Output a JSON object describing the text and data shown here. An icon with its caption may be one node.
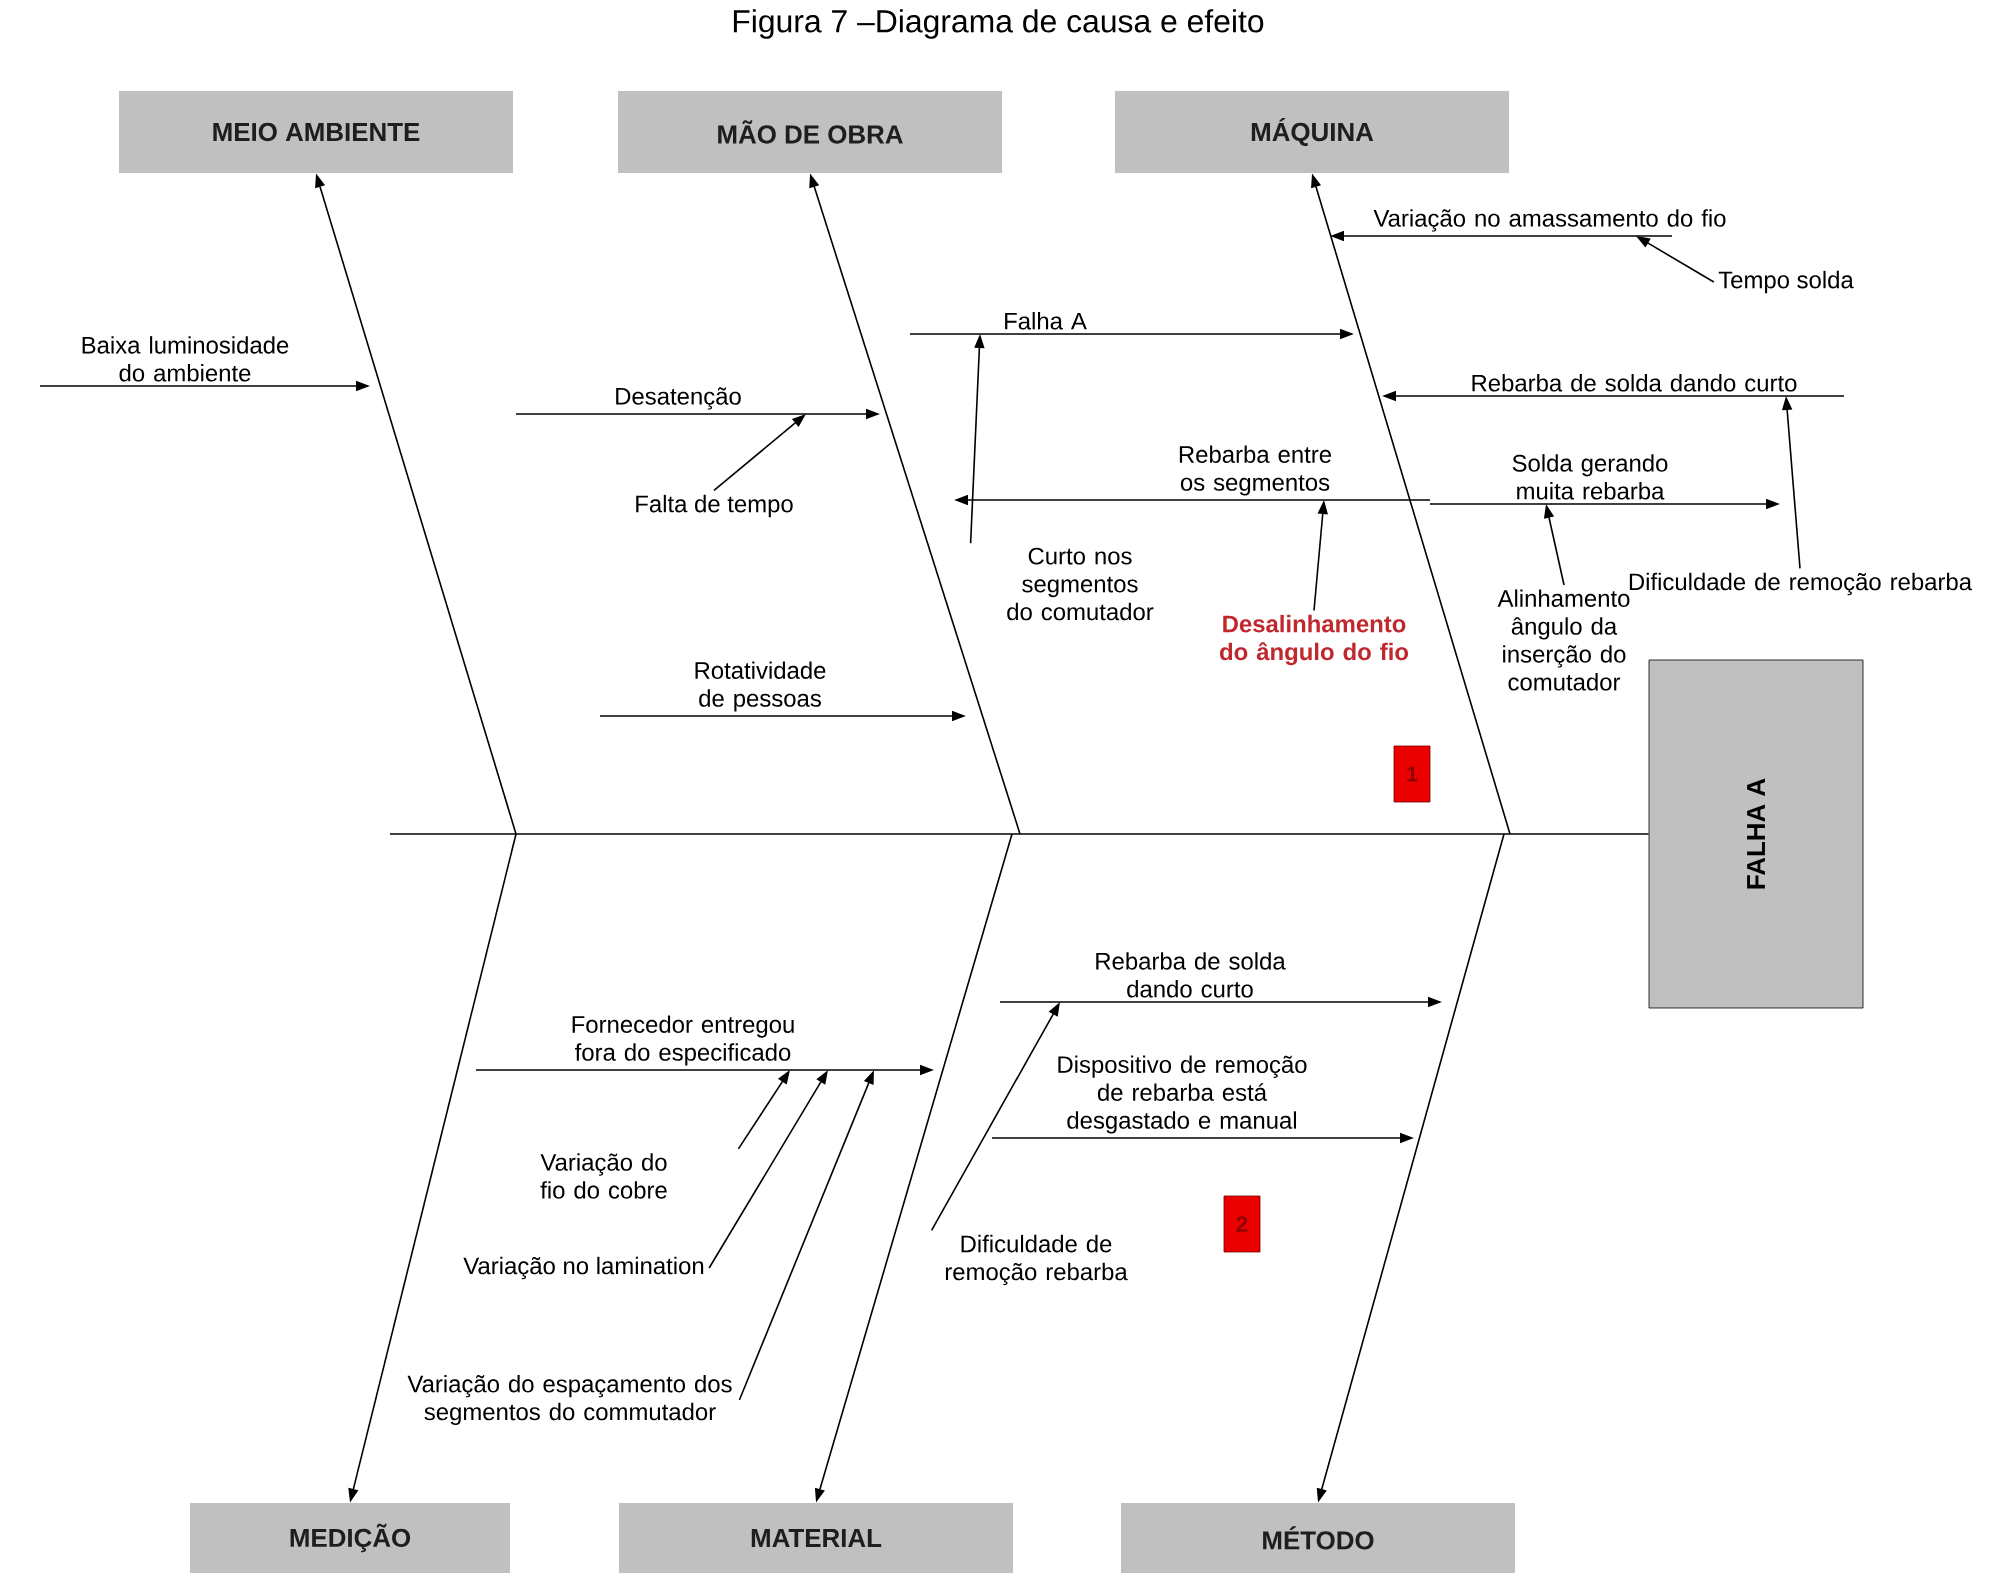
{
  "diagram": {
    "title": "Figura 7 –Diagrama de causa e efeito",
    "nodes": [
      {
        "text": [
          "MEIO AMBIENTE"
        ]
      },
      {
        "text": [
          "MÃO DE OBRA"
        ]
      },
      {
        "text": [
          "MÁQUINA"
        ]
      },
      {
        "text": [
          "Baixa luminosidade do ambiente"
        ]
      },
      {
        "text": [
          "Desatenção"
        ]
      },
      {
        "text": [
          "Falta de tempo"
        ]
      },
      {
        "text": [
          "Rotatividade de pessoas"
        ]
      },
      {
        "text": [
          "Falha A"
        ]
      },
      {
        "text": [
          "Curto nos segmentos do comutador"
        ]
      },
      {
        "text": [
          "Rebarba entre os segmentos"
        ]
      },
      {
        "text": [
          "Desalinhamento do ângulo do fio"
        ]
      },
      {
        "text": [
          "Variação no amassamento do fio"
        ]
      },
      {
        "text": [
          "Tempo solda"
        ]
      },
      {
        "text": [
          "Rebarba de solda dando curto"
        ]
      },
      {
        "text": [
          "Solda gerando muita rebarba"
        ]
      },
      {
        "text": [
          "Alinhamento ângulo da inserção do comutador"
        ]
      },
      {
        "text": [
          "Dificuldade de remoção rebarba"
        ]
      },
      {
        "text": [
          "FALHA A"
        ]
      },
      {
        "text": [
          "1"
        ]
      },
      {
        "text": [
          "Fornecedor entregou fora do especificado"
        ]
      },
      {
        "text": [
          "Variação do fio do cobre"
        ]
      },
      {
        "text": [
          "Variação no lamination"
        ]
      },
      {
        "text": [
          "Variação do espaçamento dos segmentos do commutador"
        ]
      },
      {
        "text": [
          "Rebarba de solda dando curto"
        ]
      },
      {
        "text": [
          "Dispositivo de remoção de rebarba está desgastado e manual"
        ]
      },
      {
        "text": [
          "Dificuldade de remoção rebarba"
        ]
      },
      {
        "text": [
          "2"
        ]
      },
      {
        "text": [
          "MEDIÇÃO"
        ]
      },
      {
        "text": [
          "MATERIAL"
        ]
      },
      {
        "text": [
          "MÉTODO"
        ]
      }
    ],
    "edges": [
      {
        "from": null,
        "to": 0,
        "arrow": "to"
      },
      {
        "from": null,
        "to": 1,
        "arrow": "to"
      },
      {
        "from": null,
        "to": 2,
        "arrow": "to"
      },
      {
        "from": null,
        "to": 27,
        "arrow": "to"
      },
      {
        "from": null,
        "to": 28,
        "arrow": "to"
      },
      {
        "from": null,
        "to": 29,
        "arrow": "to"
      },
      {
        "from": null,
        "to": 17,
        "arrow": "none"
      },
      {
        "from": 3,
        "to": null,
        "arrow": "to"
      },
      {
        "from": 4,
        "to": null,
        "arrow": "to"
      },
      {
        "from": 6,
        "to": null,
        "arrow": "to"
      },
      {
        "from": 7,
        "to": null,
        "arrow": "to"
      },
      {
        "from": 9,
        "to": null,
        "arrow": "to"
      },
      {
        "from": 11,
        "to": null,
        "arrow": "to"
      },
      {
        "from": 13,
        "to": null,
        "arrow": "to"
      },
      {
        "from": 14,
        "to": null,
        "arrow": "to"
      },
      {
        "from": 19,
        "to": null,
        "arrow": "to"
      },
      {
        "from": 23,
        "to": null,
        "arrow": "to"
      },
      {
        "from": 24,
        "to": null,
        "arrow": "to"
      },
      {
        "from": 5,
        "to": 4,
        "arrow": "to"
      },
      {
        "from": 8,
        "to": 7,
        "arrow": "to"
      },
      {
        "from": 10,
        "to": 9,
        "arrow": "to"
      },
      {
        "from": 12,
        "to": 11,
        "arrow": "to"
      },
      {
        "from": 15,
        "to": 14,
        "arrow": "to"
      },
      {
        "from": 16,
        "to": 13,
        "arrow": "to"
      },
      {
        "from": 20,
        "to": 19,
        "arrow": "to"
      },
      {
        "from": 21,
        "to": 19,
        "arrow": "to"
      },
      {
        "from": 22,
        "to": 19,
        "arrow": "to"
      },
      {
        "from": 25,
        "to": 23,
        "arrow": "to"
      }
    ]
  }
}
